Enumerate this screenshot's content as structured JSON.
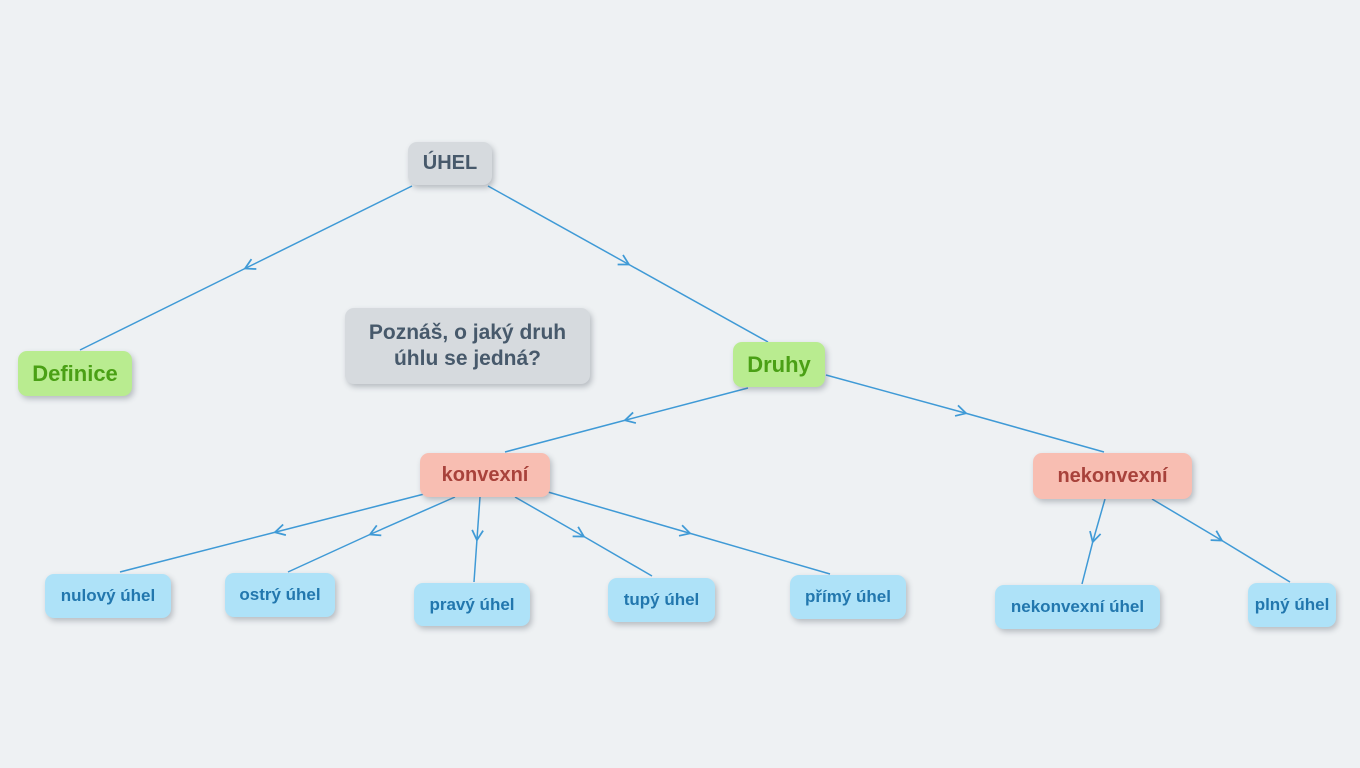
{
  "canvas": {
    "background": "#eef1f3",
    "edge_color": "#3f9ad6"
  },
  "colors": {
    "root_node": "#d6dade",
    "category_node": "#b9ec90",
    "subcategory_node": "#f8beb2",
    "leaf_node": "#aee2f8",
    "note_node": "#d6dade"
  },
  "nodes": {
    "root": {
      "label": "ÚHEL"
    },
    "definice": {
      "label": "Definice"
    },
    "druhy": {
      "label": "Druhy"
    },
    "note": {
      "text": "Poznáš, o jaký druh úhlu se jedná?"
    },
    "konvexni": {
      "label": "konvexní"
    },
    "nekonvexni": {
      "label": "nekonvexní"
    },
    "nulovy_uhel": {
      "label": "nulový úhel"
    },
    "ostry_uhel": {
      "label": "ostrý úhel"
    },
    "pravy_uhel": {
      "label": "pravý úhel"
    },
    "tupy_uhel": {
      "label": "tupý úhel"
    },
    "primy_uhel": {
      "label": "přímý úhel"
    },
    "nekonvexni_uhel": {
      "label": "nekonvexní úhel"
    },
    "plny_uhel": {
      "label": "plný úhel"
    }
  },
  "edges": [
    {
      "from": "root",
      "to": "definice"
    },
    {
      "from": "root",
      "to": "druhy"
    },
    {
      "from": "druhy",
      "to": "konvexni"
    },
    {
      "from": "druhy",
      "to": "nekonvexni"
    },
    {
      "from": "konvexni",
      "to": "nulovy_uhel"
    },
    {
      "from": "konvexni",
      "to": "ostry_uhel"
    },
    {
      "from": "konvexni",
      "to": "pravy_uhel"
    },
    {
      "from": "konvexni",
      "to": "tupy_uhel"
    },
    {
      "from": "konvexni",
      "to": "primy_uhel"
    },
    {
      "from": "nekonvexni",
      "to": "nekonvexni_uhel"
    },
    {
      "from": "nekonvexni",
      "to": "plny_uhel"
    }
  ]
}
